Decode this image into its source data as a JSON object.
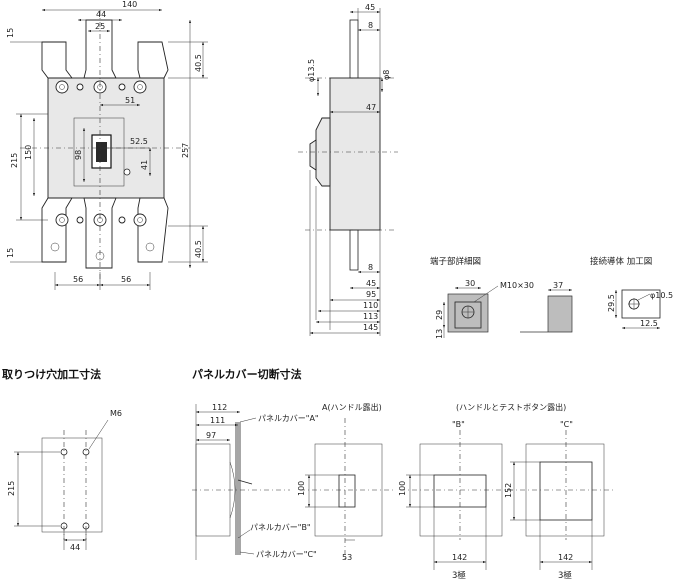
{
  "front_view": {
    "dims": {
      "width_total": "140",
      "terminal_pitch_top": "44",
      "terminal_width": "25",
      "top_margin_left": "15",
      "top_terminal_height": "40.5",
      "handle_offset": "51",
      "handle_center": "52.5",
      "mount_height": "215",
      "body_height_150": "150",
      "handle_height": "98",
      "test_button_offset": "41",
      "overall_height": "257",
      "bottom_margin_left": "15",
      "bottom_terminal_height": "40.5",
      "bottom_pitch_left": "56",
      "bottom_pitch_right": "56"
    }
  },
  "side_view": {
    "dims": {
      "top_45": "45",
      "top_8": "8",
      "phi_13_5": "φ13.5",
      "phi_8": "φ8",
      "depth_47": "47",
      "bottom_8": "8",
      "bottom_45": "45",
      "depth_95": "95",
      "depth_110": "110",
      "depth_113": "113",
      "depth_145": "145"
    }
  },
  "terminal_detail": {
    "title": "端子部詳細図",
    "dims": {
      "w30": "30",
      "screw": "M10×30",
      "h29": "29",
      "h13": "13"
    }
  },
  "conductor_detail": {
    "title": "接続導体 加工図",
    "dims": {
      "w37": "37",
      "phi": "φ10.5",
      "h29_5": "29.5",
      "w12_5": "12.5"
    }
  },
  "mounting": {
    "title": "取りつけ穴加工寸法",
    "dims": {
      "screw": "M6",
      "height": "215",
      "width": "44"
    }
  },
  "panel_cutout": {
    "title": "パネルカバー切断寸法",
    "side_dims": {
      "d112": "112",
      "d111": "111",
      "d97": "97"
    },
    "labels": {
      "panel_a": "パネルカバー\"A\"",
      "panel_b": "パネルカバー\"B\"",
      "panel_c": "パネルカバー\"C\""
    },
    "cutout_a": {
      "title": "A(ハンドル露出)",
      "height": "100",
      "width": "53"
    },
    "cutout_b": {
      "subtitle": "(ハンドルとテストボタン露出)",
      "title": "\"B\"",
      "height": "100",
      "width": "142",
      "poles": "3極"
    },
    "cutout_c": {
      "title": "\"C\"",
      "height": "152",
      "width": "142",
      "poles": "3極"
    }
  }
}
